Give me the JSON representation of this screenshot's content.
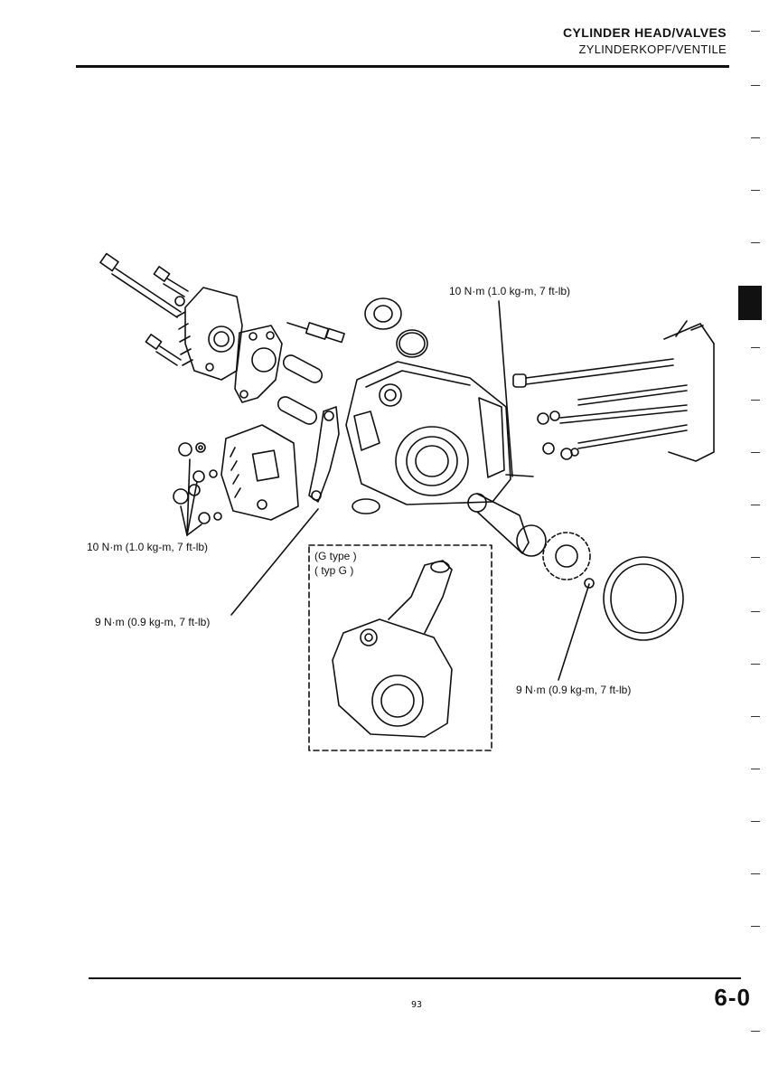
{
  "header": {
    "title_en": "CYLINDER HEAD/VALVES",
    "title_de": "ZYLINDERKOPF/VENTILE"
  },
  "torque": {
    "top_right": "10 N·m (1.0 kg-m, 7 ft-lb)",
    "left_upper": "10 N·m (1.0 kg-m, 7 ft-lb)",
    "left_lower": "9 N·m (0.9 kg-m, 7 ft-lb)",
    "right_lower": "9 N·m (0.9 kg-m, 7 ft-lb)"
  },
  "inset": {
    "label_en": "(G type )",
    "label_de": "( typ G )"
  },
  "footer": {
    "page_number": "93",
    "section": "6-0"
  }
}
